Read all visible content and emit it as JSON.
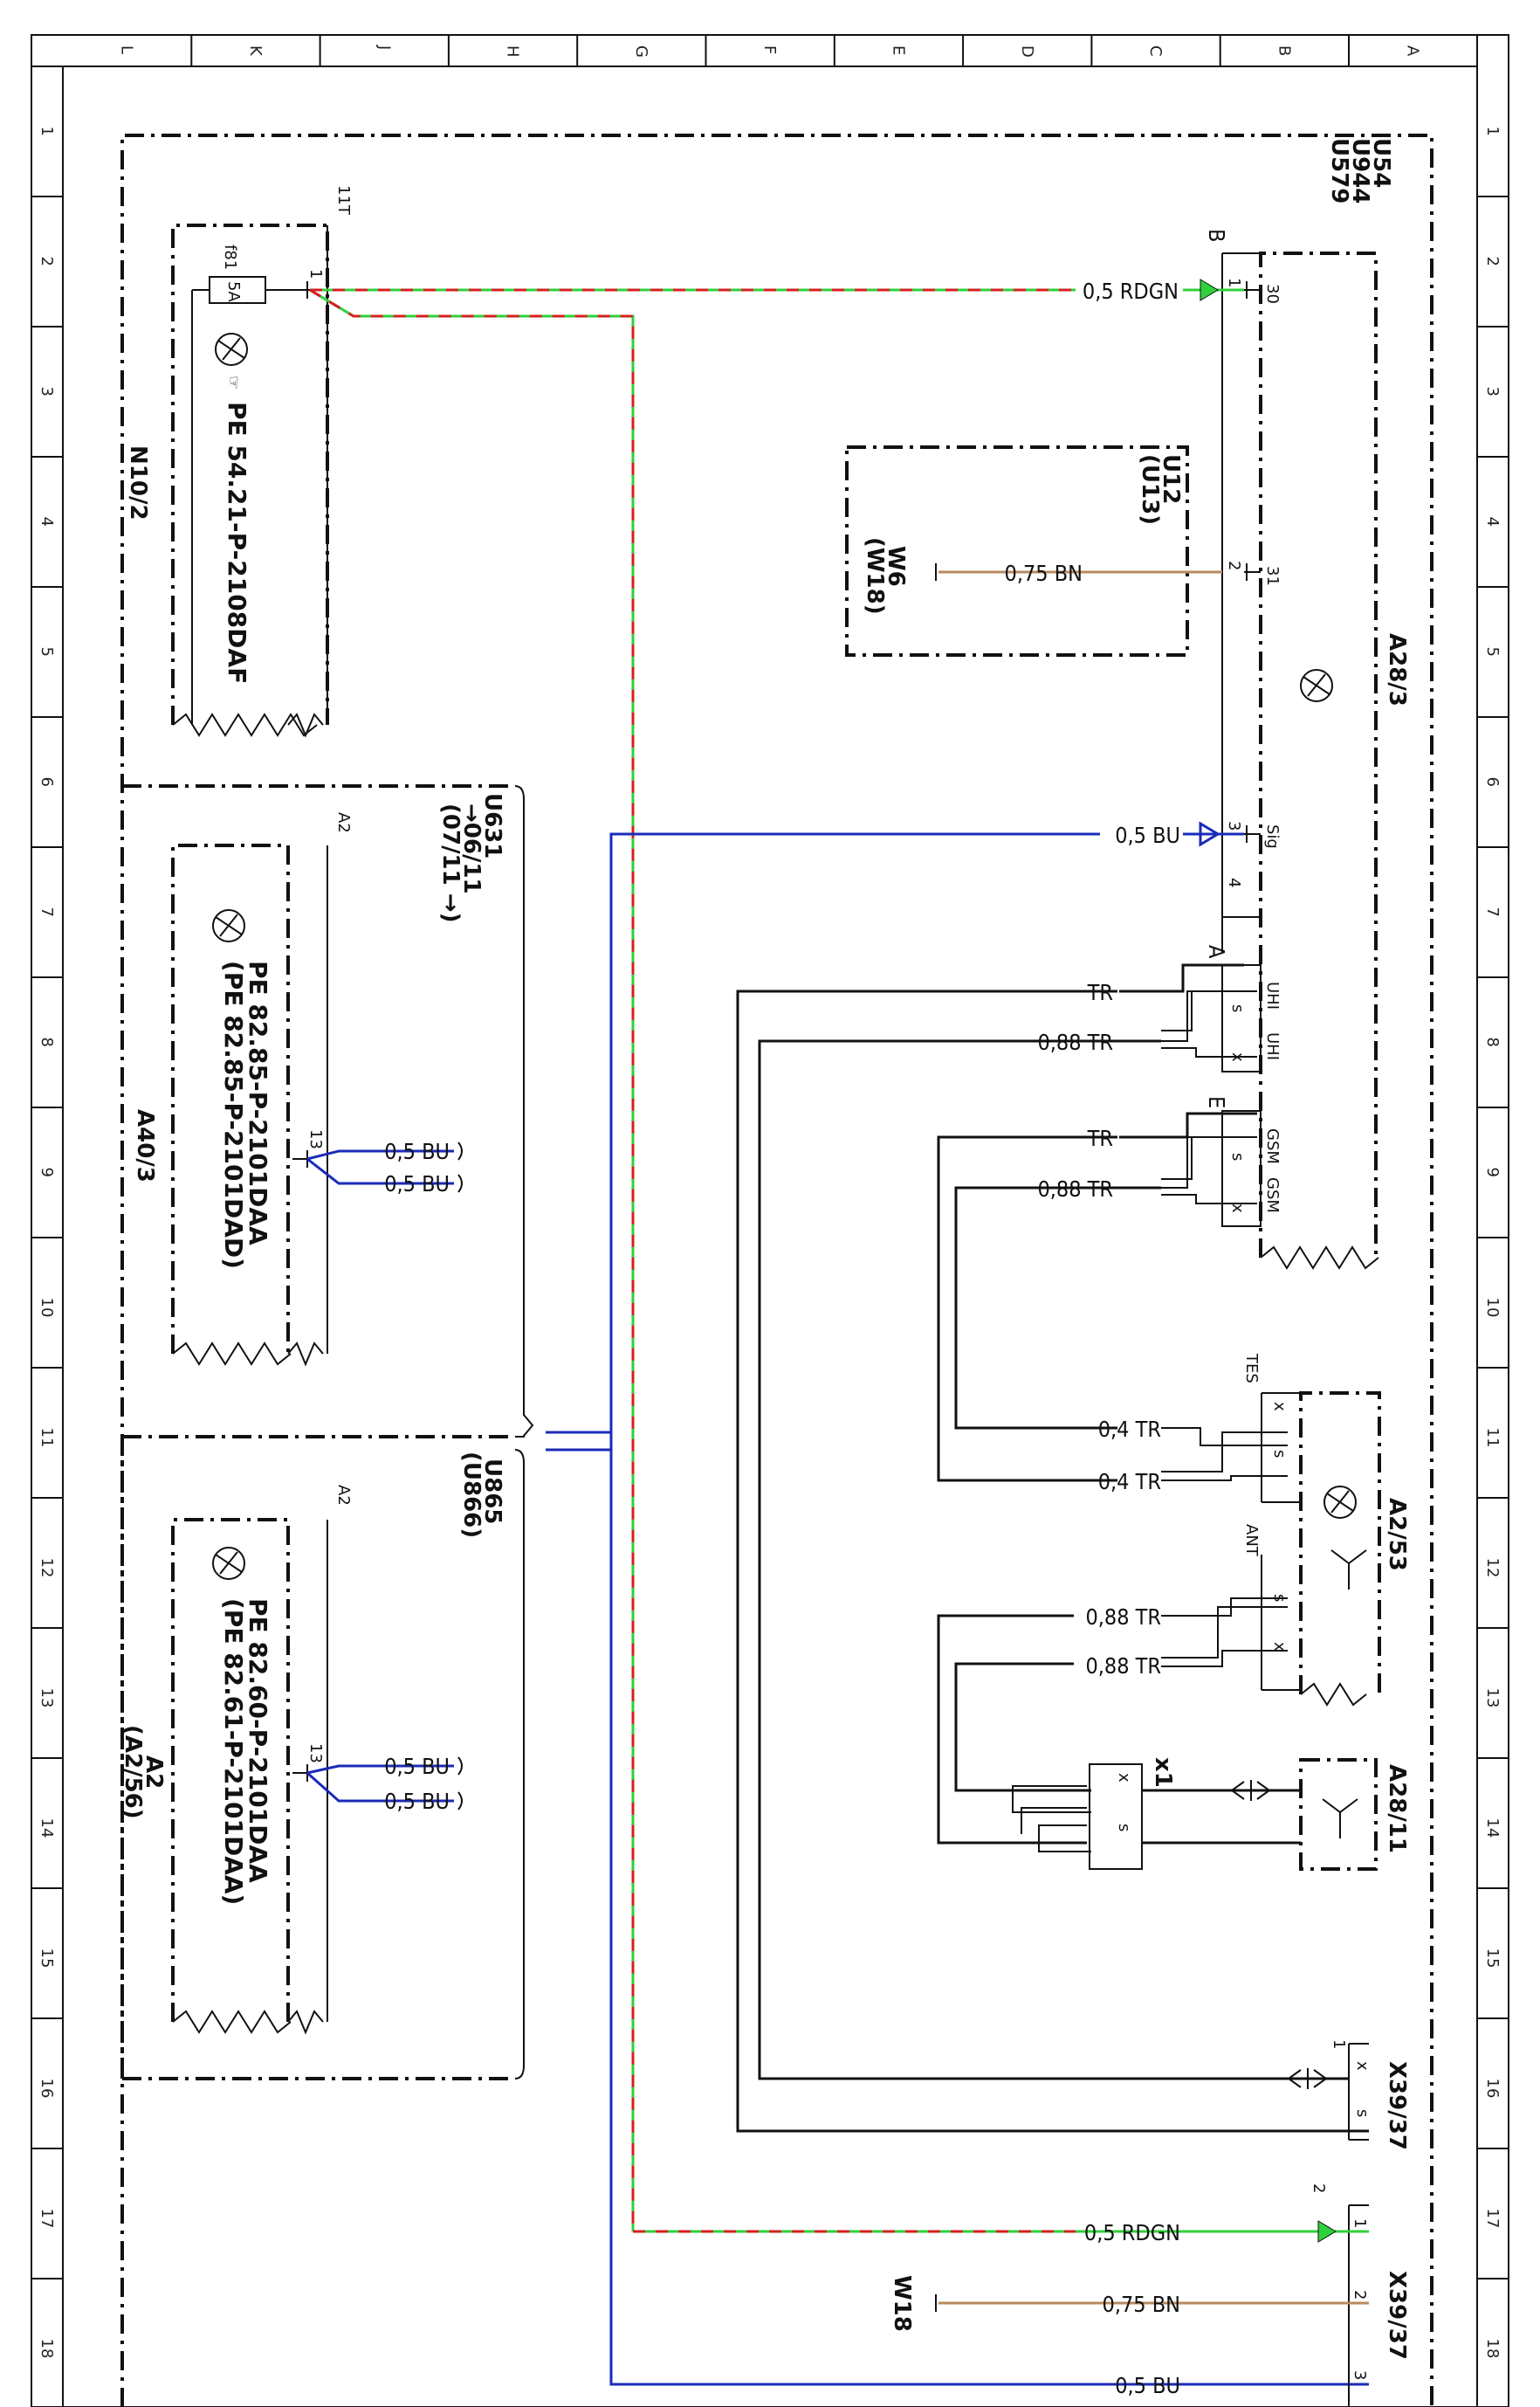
{
  "frame": {
    "col_letters": [
      "L",
      "K",
      "J",
      "H",
      "G",
      "F",
      "E",
      "D",
      "C",
      "B",
      "A"
    ],
    "row_numbers": [
      "1",
      "2",
      "3",
      "4",
      "5",
      "6",
      "7",
      "8",
      "9",
      "10",
      "11",
      "12",
      "13",
      "14",
      "15",
      "16",
      "17",
      "18"
    ]
  },
  "codes": {
    "top_right": [
      "U54",
      "U944",
      "U579"
    ],
    "u12": [
      "U12",
      "(U13)"
    ],
    "u631": [
      "U631",
      "→06/11",
      "(07/11 →)"
    ],
    "u865": [
      "U865",
      "(U866)"
    ]
  },
  "components": {
    "n10_2": {
      "name": "N10/2",
      "pin_group": "11T",
      "fuse_id": "f81",
      "fuse_rating": "5A",
      "pin": "1",
      "pe_ref": "PE 54.21-P-2108DAF"
    },
    "a28_3": {
      "name": "A28/3",
      "connector_b": "B",
      "connector_a": "A",
      "connector_e": "E",
      "pins": [
        {
          "num": "1",
          "label": "30"
        },
        {
          "num": "2",
          "label": "31"
        },
        {
          "num": "3",
          "label": "Sig"
        },
        {
          "num": "4",
          "label": ""
        }
      ],
      "uhi": [
        "UHI",
        "UHI"
      ],
      "gsm": [
        "GSM",
        "GSM"
      ]
    },
    "w6": {
      "name": "W6",
      "alt": "(W18)"
    },
    "a40_3": {
      "name": "A40/3",
      "pin_group": "A2",
      "pin": "13",
      "pe_refs": [
        "PE 82.85-P-2101DAA",
        "(PE 82.85-P-2101DAD)"
      ]
    },
    "a2": {
      "name": "A2",
      "alt": "(A2/56)",
      "pin_group": "A2",
      "pin": "13",
      "pe_refs": [
        "PE 82.60-P-2101DAA",
        "(PE 82.61-P-2101DAA)"
      ]
    },
    "a2_53": {
      "name": "A2/53",
      "tes": "TES",
      "ant": "ANT"
    },
    "x1": {
      "name": "x1"
    },
    "a28_11": {
      "name": "A28/11"
    },
    "x39_37_a": {
      "name": "X39/37",
      "pin": "1"
    },
    "x39_37_b": {
      "name": "X39/37",
      "connector": "2",
      "pins": [
        "1",
        "2",
        "3"
      ]
    },
    "w18": {
      "name": "W18"
    }
  },
  "wires": {
    "rdgn_top": "0,5 RDGN",
    "bn_w6": "0,75 BN",
    "bu_sig": "0,5 BU",
    "tr_uhi1": "TR",
    "tr_uhi2": "0,88 TR",
    "tr_gsm1": "TR",
    "tr_gsm2": "0,88 TR",
    "tr_tes1": "0,4 TR",
    "tr_tes2": "0,4 TR",
    "tr_ant1": "0,88 TR",
    "tr_ant2": "0,88 TR",
    "bu_a40_1": "0,5 BU",
    "bu_a40_2": "0,5 BU",
    "bu_a2_1": "0,5 BU",
    "bu_a2_2": "0,5 BU",
    "rdgn_bottom": "0,5 RDGN",
    "bn_w18": "0,75 BN",
    "bu_bottom": "0,5 BU"
  },
  "pin_letters": {
    "x": "x",
    "s": "s"
  },
  "colors": {
    "blue": "#1a2bb8",
    "brown": "#b88a60",
    "green": "#2fd13a",
    "red": "#d42020"
  }
}
